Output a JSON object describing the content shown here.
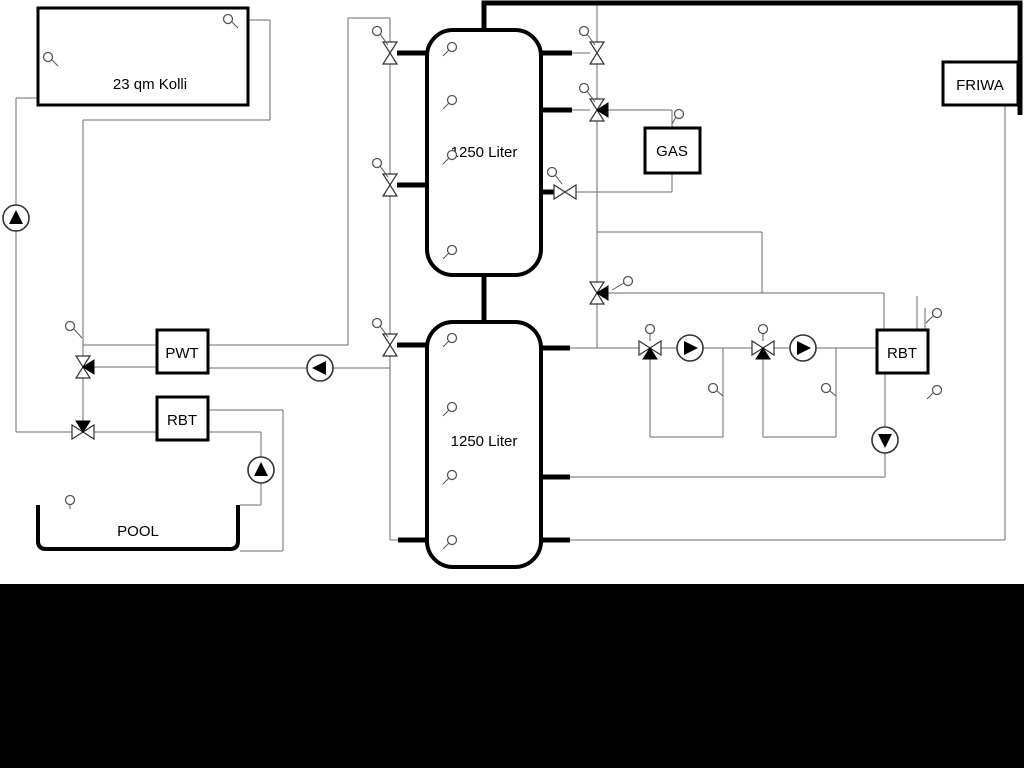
{
  "diagram": {
    "type": "hydraulic-schematic",
    "labels": {
      "collector": "23 qm Kolli",
      "buffer_tank_top": "1250 Liter",
      "buffer_tank_bottom": "1250 Liter",
      "gas_boiler": "GAS",
      "friwa": "FRIWA",
      "pwt": "PWT",
      "rbt_left": "RBT",
      "rbt_right": "RBT",
      "pool": "POOL"
    },
    "colors": {
      "background": "#ffffff",
      "pipe_thin": "#6b6b6b",
      "pipe_thick": "#000000",
      "mask": "#000000"
    },
    "symbols": {
      "pump_icon": "circle with solid triangle",
      "valve_icon": "bowtie valve",
      "three_way_valve_icon": "bowtie valve with solid branch triangle",
      "sensor_icon": "small circle with stem"
    }
  }
}
